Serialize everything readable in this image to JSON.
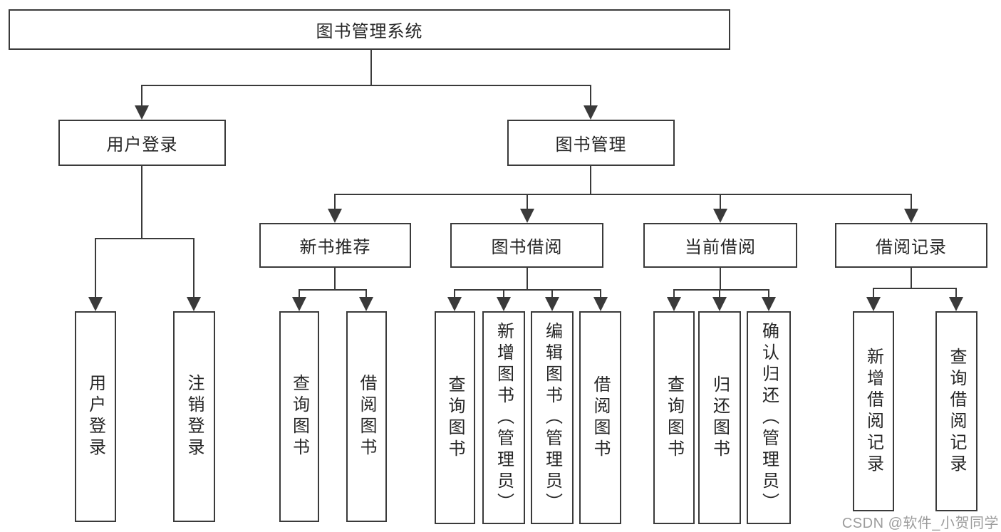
{
  "diagram": {
    "title": "图书管理系统",
    "colors": {
      "line": "#3A3A3A",
      "box_border": "#3A3A3A",
      "box_fill": "#FFFFFF",
      "text": "#262626",
      "watermark_text": "#9C9C9C"
    },
    "tree": {
      "root": {
        "label": "图书管理系统",
        "children": [
          {
            "label": "用户登录",
            "children": [
              {
                "label": "用户登录"
              },
              {
                "label": "注销登录"
              }
            ]
          },
          {
            "label": "图书管理",
            "children": [
              {
                "label": "新书推荐",
                "children": [
                  {
                    "label": "查询图书"
                  },
                  {
                    "label": "借阅图书"
                  }
                ]
              },
              {
                "label": "图书借阅",
                "children": [
                  {
                    "label": "查询图书"
                  },
                  {
                    "label": "新增图书（管理员）"
                  },
                  {
                    "label": "编辑图书（管理员）"
                  },
                  {
                    "label": "借阅图书"
                  }
                ]
              },
              {
                "label": "当前借阅",
                "children": [
                  {
                    "label": "查询图书"
                  },
                  {
                    "label": "归还图书"
                  },
                  {
                    "label": "确认归还（管理员）"
                  }
                ]
              },
              {
                "label": "借阅记录",
                "children": [
                  {
                    "label": "新增借阅记录"
                  },
                  {
                    "label": "查询借阅记录"
                  }
                ]
              }
            ]
          }
        ]
      }
    }
  },
  "watermark": {
    "text": "CSDN @软件_小贺同学"
  }
}
